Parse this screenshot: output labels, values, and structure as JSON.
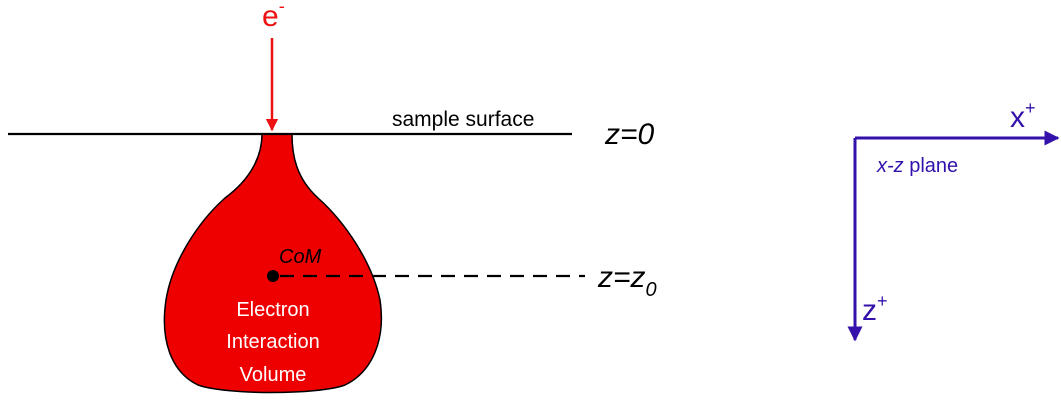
{
  "beam": {
    "symbol": "e",
    "charge": "-"
  },
  "surface": {
    "label": "sample surface",
    "z_label": "z=0"
  },
  "volume": {
    "com_label": "CoM",
    "line1": "Electron",
    "line2": "Interaction",
    "line3": "Volume"
  },
  "depth": {
    "z_label_main": "z=z",
    "z_label_sub": "0"
  },
  "axes": {
    "x_symbol": "x",
    "x_sup": "+",
    "z_symbol": "z",
    "z_sup": "+",
    "plane_italic": "x-z",
    "plane_text": " plane"
  },
  "colors": {
    "beam": "#ee1111",
    "volume_fill": "#ee0000",
    "axes": "#3311aa",
    "line": "#000000"
  }
}
